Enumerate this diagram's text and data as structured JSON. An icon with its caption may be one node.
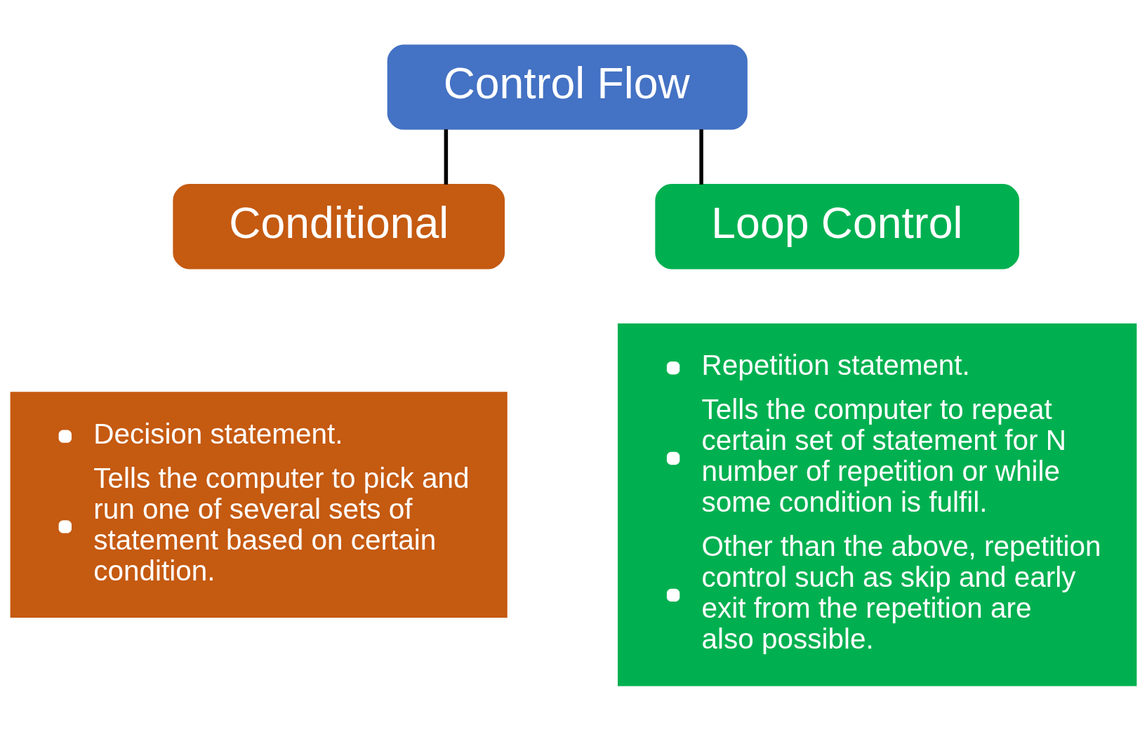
{
  "diagram": {
    "nodes": [
      {
        "text": [
          "Control Flow"
        ]
      },
      {
        "text": [
          "Conditional"
        ]
      },
      {
        "text": [
          "Loop Control"
        ]
      },
      {
        "text": [
          "Decision statement.",
          "Tells the computer to pick and run one of several sets of statement based on certain condition."
        ]
      },
      {
        "text": [
          "Repetition statement.",
          "Tells the computer to repeat certain set of statement for N number of repetition or while some condition is fulfil.",
          "Other than the above, repetition control such as skip and early exit from the repetition are also possible."
        ]
      }
    ],
    "edges": [
      {
        "from": 0,
        "to": 1,
        "arrow": "none"
      },
      {
        "from": 0,
        "to": 2,
        "arrow": "none"
      }
    ]
  }
}
